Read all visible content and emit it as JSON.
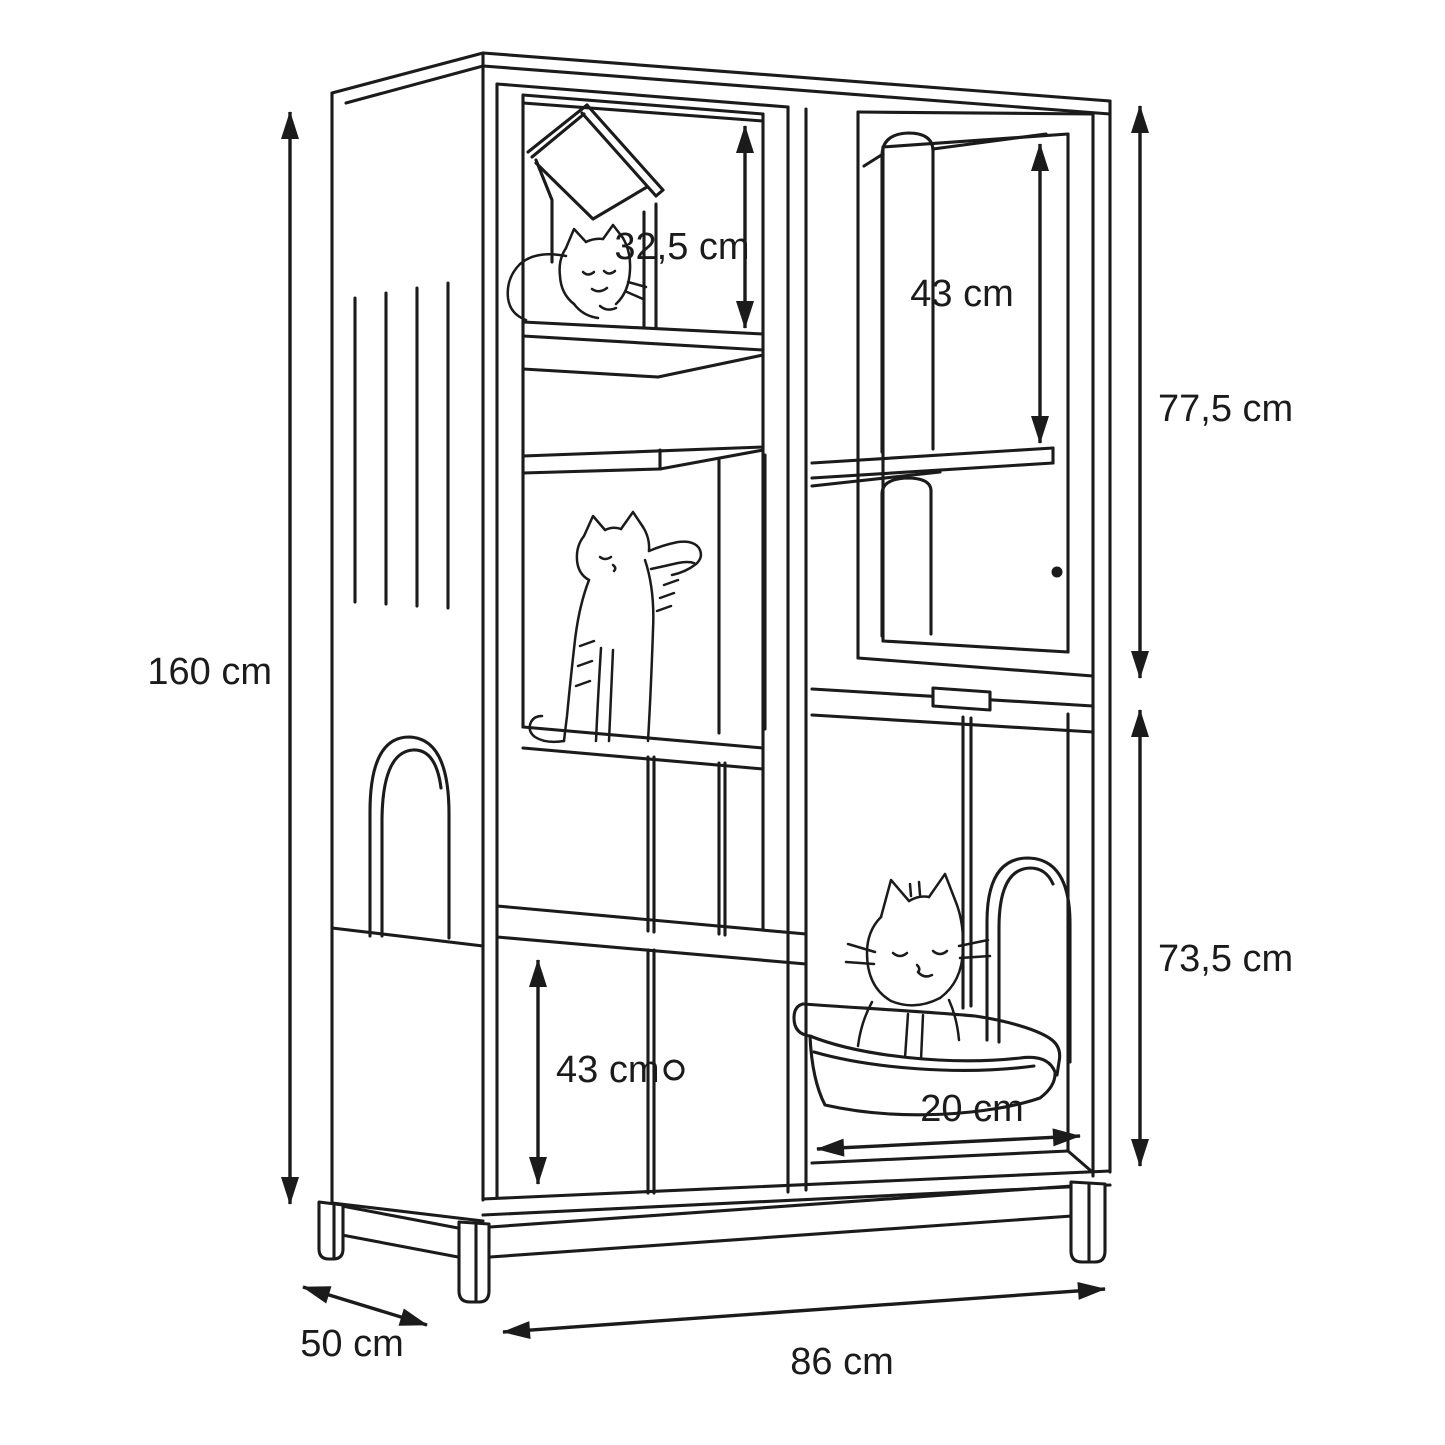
{
  "diagram": {
    "kind": "furniture-dimension-line-drawing",
    "background": "#ffffff",
    "line_color": "#1b1b1b"
  },
  "dims": {
    "height": "160 cm",
    "depth": "50 cm",
    "width": "86 cm",
    "upper_section": "77,5 cm",
    "lower_section": "73,5 cm",
    "house_compartment": "32,5 cm",
    "scratch_post": "43 cm",
    "lower_cabinet": "43 cm",
    "litter_clearance": "20 cm"
  }
}
